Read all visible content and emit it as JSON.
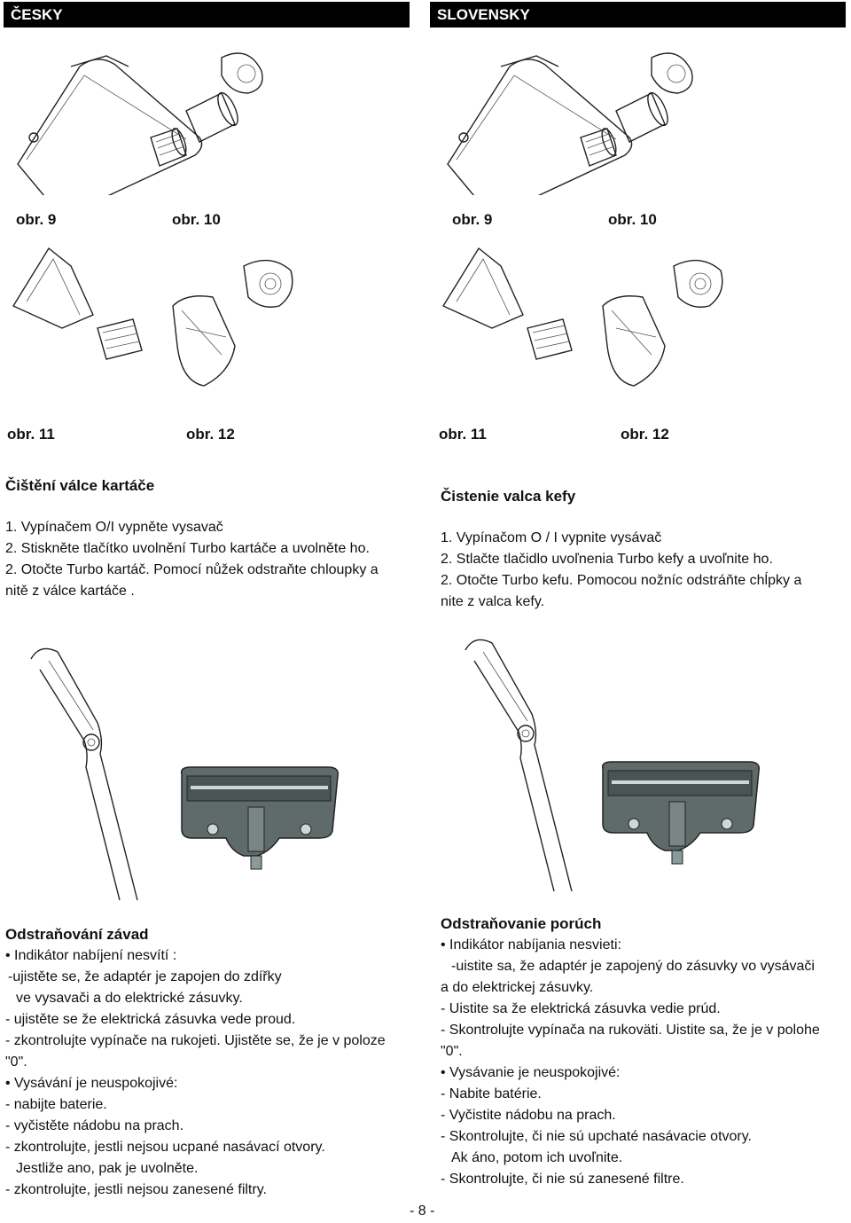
{
  "header": {
    "left": "ČESKY",
    "right": "SLOVENSKY"
  },
  "captions": {
    "cz_fig9": "obr. 9",
    "cz_fig10": "obr. 10",
    "sk_fig9": "obr. 9",
    "sk_fig10": "obr. 10",
    "cz_fig11": "obr. 11",
    "cz_fig12": "obr. 12",
    "sk_fig11": "obr. 11",
    "sk_fig12": "obr. 12"
  },
  "cz_brush": {
    "title": "Čištění válce kartáče",
    "lines": [
      "1. Vypínačem  O/I vypněte  vysavač",
      "2. Stiskněte tlačítko uvolnění Turbo kartáče a uvolněte ho.",
      "2. Otočte Turbo kartáč. Pomocí nůžek odstraňte chloupky a",
      "nitě z válce kartáče ."
    ]
  },
  "sk_brush": {
    "title": "Čistenie valca kefy",
    "lines": [
      "1. Vypínačom O / I vypnite vysávač",
      "2. Stlačte tlačidlo uvoľnenia Turbo kefy a uvoľnite ho.",
      "2. Otočte Turbo kefu. Pomocou nožníc odstráňte chĺpky a",
      "nite z valca kefy."
    ]
  },
  "cz_trouble": {
    "title": "Odstraňování závad",
    "lines": [
      "• Indikátor nabíjení nesvítí :",
      " -ujistěte se, že adaptér je zapojen do zdířky",
      "   ve vysavači a do elektrické zásuvky.",
      "- ujistěte se že elektrická zásuvka vede proud.",
      "- zkontrolujte vypínače na rukojeti. Ujistěte se, že je v poloze",
      "\"0\".",
      "• Vysávání je neuspokojivé:",
      "-  nabijte baterie.",
      "- vyčistěte nádobu na prach.",
      "- zkontrolujte, jestli nejsou ucpané nasávací otvory.",
      "  Jestliže ano, pak je uvolněte.",
      "- zkontrolujte, jestli nejsou zanesené filtry."
    ]
  },
  "sk_trouble": {
    "title": "Odstraňovanie porúch",
    "lines": [
      "• Indikátor nabíjania nesvieti:",
      "   -uistite sa, že adaptér je zapojený do zásuvky vo vysávači",
      "a do elektrickej zásuvky.",
      "- Uistite sa že elektrická zásuvka vedie prúd.",
      "- Skontrolujte vypínača na rukoväti. Uistite sa, že je v polohe",
      "\"0\".",
      "• Vysávanie je neuspokojivé:",
      "- Nabite batérie.",
      "- Vyčistite nádobu na prach.",
      "- Skontrolujte, či nie sú upchaté nasávacie otvory.",
      "   Ak áno, potom ich uvoľnite.",
      "- Skontrolujte, či nie sú zanesené filtre."
    ]
  },
  "page_number": "- 8 -"
}
